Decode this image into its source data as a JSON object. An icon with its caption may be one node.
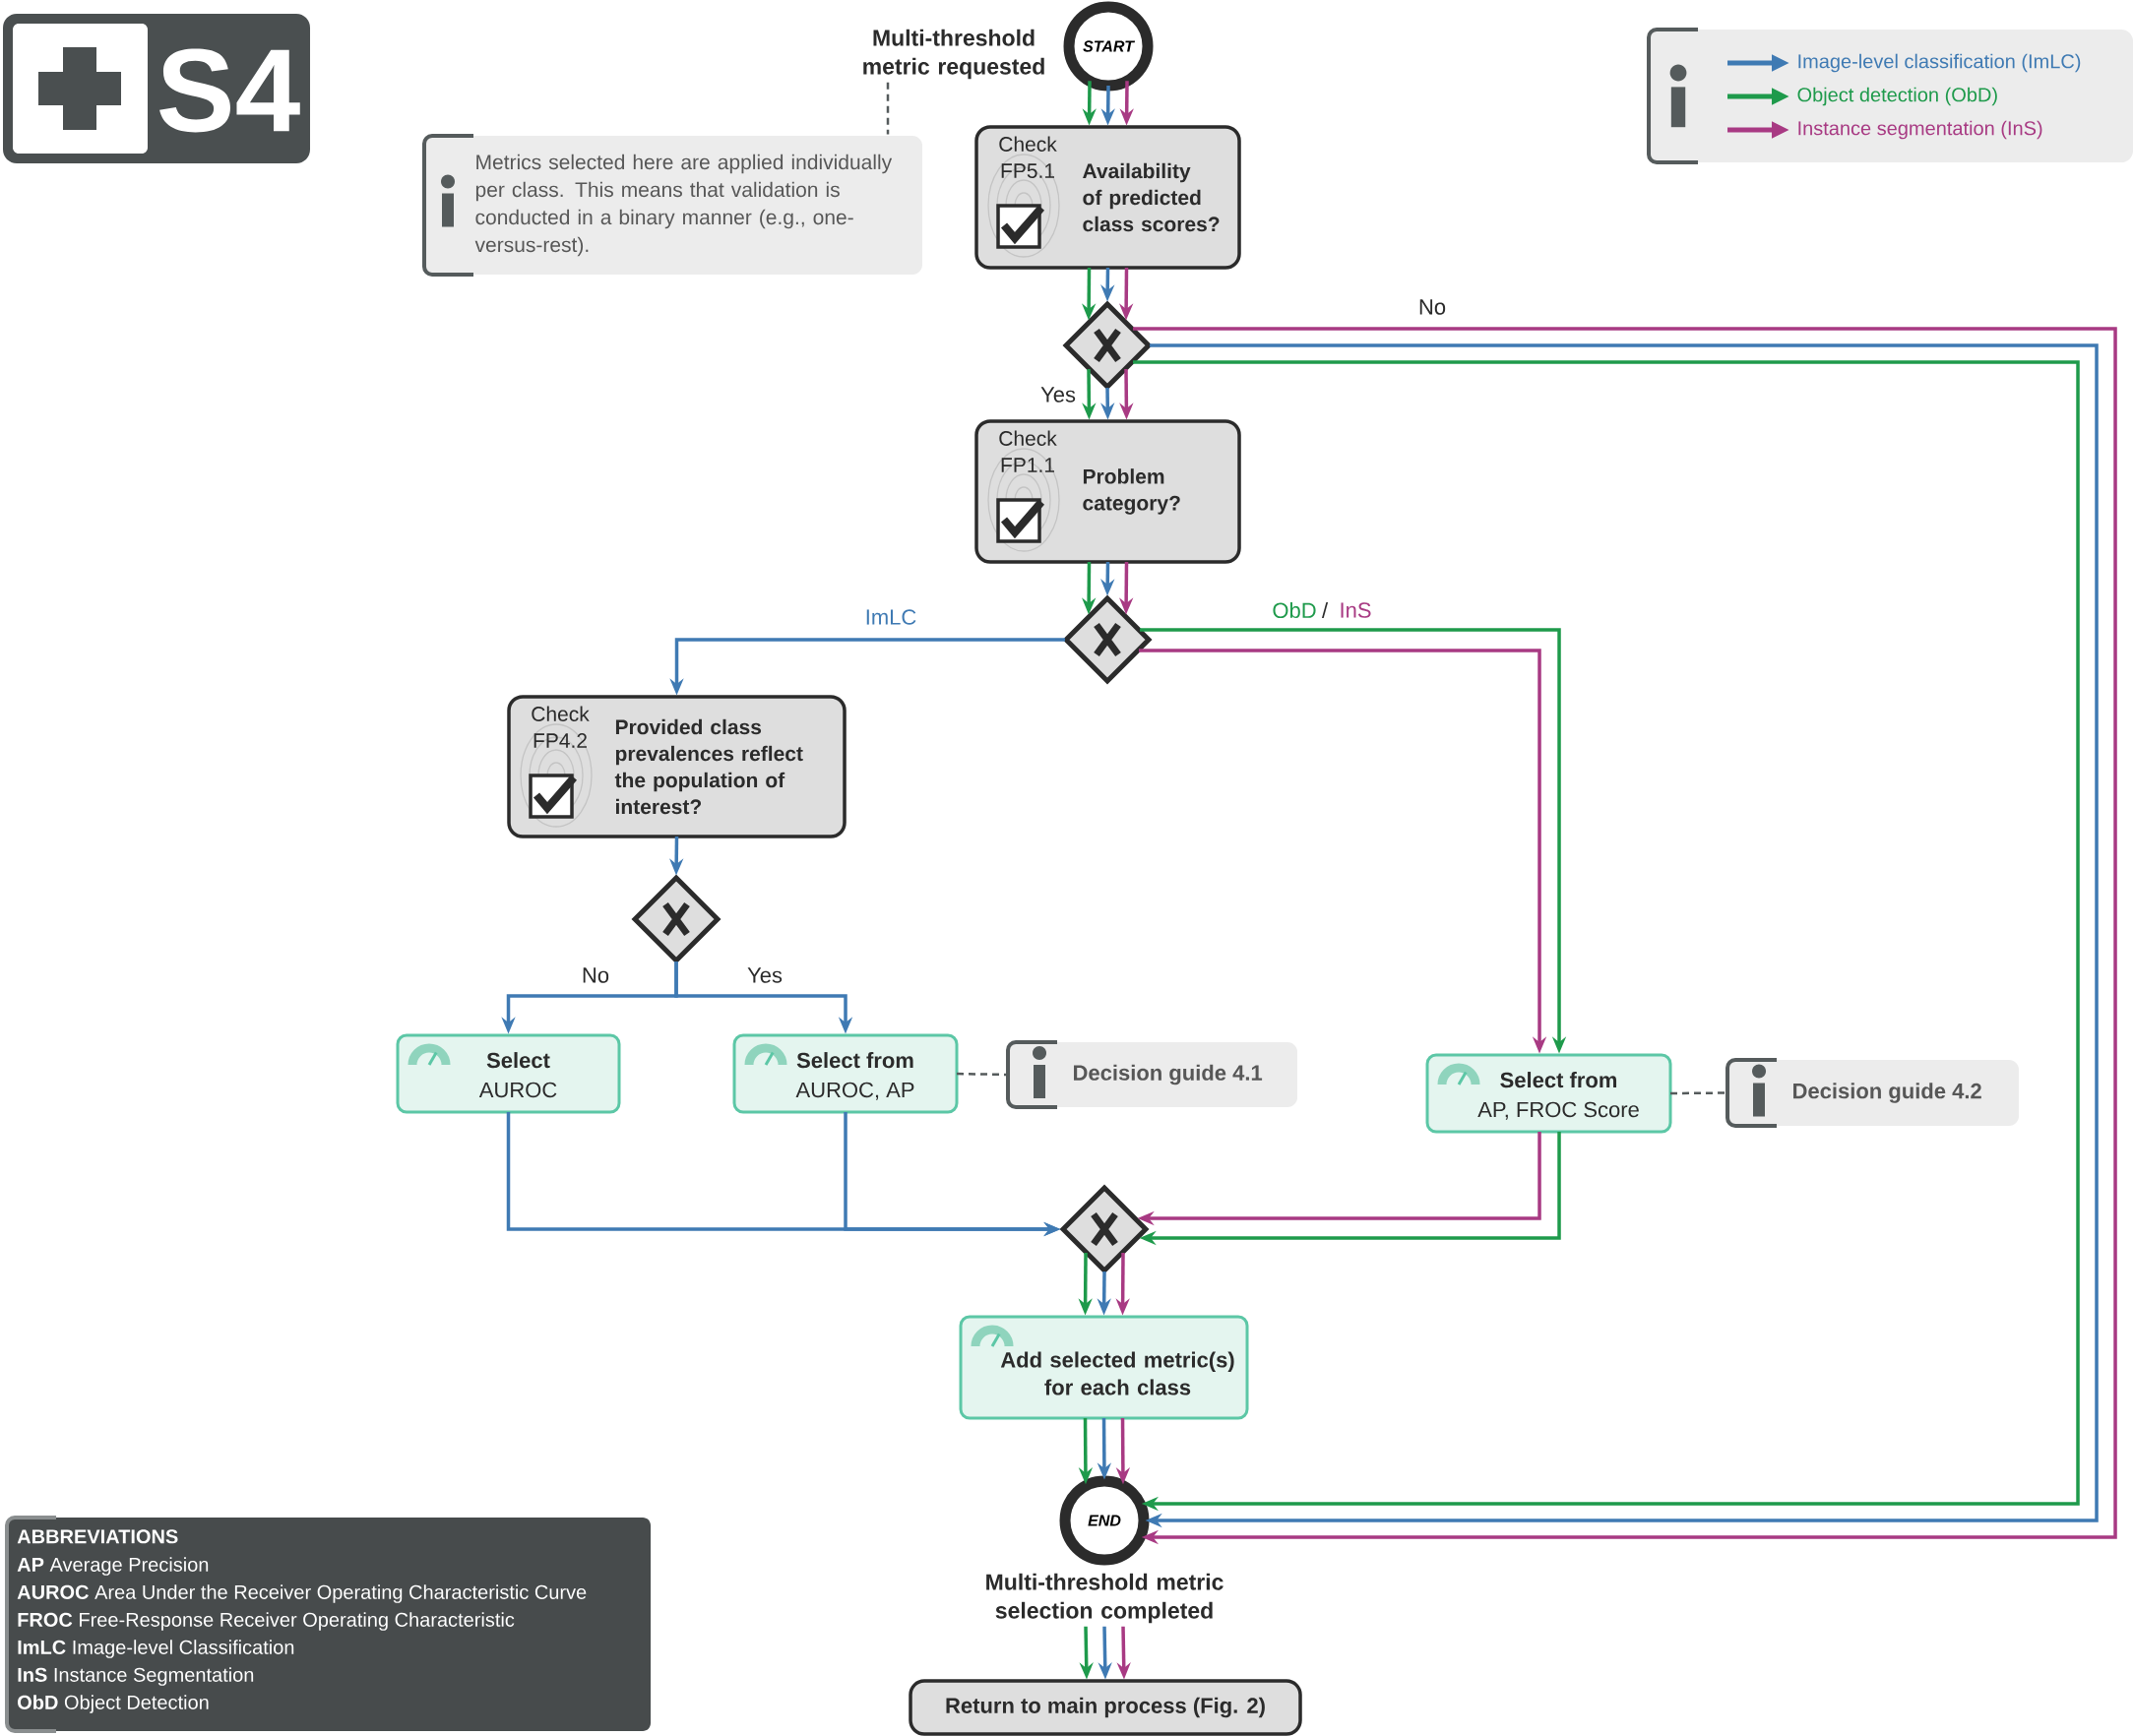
{
  "diagram": {
    "nodes": [
      {
        "text": [
          "S4"
        ]
      },
      {
        "text": [
          "Multi-threshold metric requested"
        ]
      },
      {
        "text": [
          "START"
        ]
      },
      {
        "text": [
          "Metrics selected here are applied individually per class. This means that validation is conducted in a binary manner (e.g., one-versus-rest)."
        ]
      },
      {
        "text": [
          "Check FP5.1",
          "Availability of predicted class scores?"
        ]
      },
      {
        "text": [],
        "shape": "diamond"
      },
      {
        "text": [
          "Check FP1.1",
          "Problem category?"
        ]
      },
      {
        "text": [],
        "shape": "diamond"
      },
      {
        "text": [
          "Check FP4.2",
          "Provided class prevalences reflect the population of interest?"
        ]
      },
      {
        "text": [],
        "shape": "diamond"
      },
      {
        "text": [
          "Select",
          "AUROC"
        ]
      },
      {
        "text": [
          "Select from",
          "AUROC, AP"
        ]
      },
      {
        "text": [
          "Decision guide 4.1"
        ]
      },
      {
        "text": [
          "Select from",
          "AP, FROC Score"
        ]
      },
      {
        "text": [
          "Decision guide 4.2"
        ]
      },
      {
        "text": [],
        "shape": "diamond"
      },
      {
        "text": [
          "Add selected metric(s) for each class"
        ]
      },
      {
        "text": [
          "END"
        ]
      },
      {
        "text": [
          "Multi-threshold metric selection completed"
        ]
      },
      {
        "text": [
          "Return to main process (Fig. 2)"
        ]
      },
      {
        "text": [
          "ABBREVIATIONS",
          "**AP** Average Precision",
          "**AUROC** Area Under the Receiver Operating Characteristic Curve",
          "**FROC** Free-Response Receiver Operating Characteristic",
          "**ImLC** Image-level Classification",
          "**InS** Instance Segmentation",
          "**ObD** Object Detection"
        ]
      }
    ],
    "edges": [
      {
        "from": 2,
        "to": 4,
        "arrow": "to",
        "color": "#1e9a4b"
      },
      {
        "from": 2,
        "to": 4,
        "arrow": "to",
        "color": "#3f7ab3"
      },
      {
        "from": 2,
        "to": 4,
        "arrow": "to",
        "color": "#a83a83"
      },
      {
        "from": 4,
        "to": 5,
        "arrow": "to",
        "color": "#1e9a4b"
      },
      {
        "from": 4,
        "to": 5,
        "arrow": "to",
        "color": "#3f7ab3"
      },
      {
        "from": 4,
        "to": 5,
        "arrow": "to",
        "color": "#a83a83"
      },
      {
        "from": 5,
        "to": 6,
        "arrow": "to",
        "color": "#1e9a4b",
        "label": "Yes"
      },
      {
        "from": 5,
        "to": 6,
        "arrow": "to",
        "color": "#3f7ab3"
      },
      {
        "from": 5,
        "to": 6,
        "arrow": "to",
        "color": "#a83a83"
      },
      {
        "from": 5,
        "to": 17,
        "arrow": "to",
        "color": "#a83a83",
        "label": "No"
      },
      {
        "from": 5,
        "to": 17,
        "arrow": "to",
        "color": "#3f7ab3"
      },
      {
        "from": 5,
        "to": 17,
        "arrow": "to",
        "color": "#1e9a4b"
      },
      {
        "from": 6,
        "to": 7,
        "arrow": "to",
        "color": "#1e9a4b"
      },
      {
        "from": 6,
        "to": 7,
        "arrow": "to",
        "color": "#3f7ab3"
      },
      {
        "from": 6,
        "to": 7,
        "arrow": "to",
        "color": "#a83a83"
      },
      {
        "from": 7,
        "to": 8,
        "arrow": "to",
        "color": "#3f7ab3",
        "label": "ImLC"
      },
      {
        "from": 7,
        "to": 13,
        "arrow": "to",
        "color": "#1e9a4b",
        "label": "ObD"
      },
      {
        "from": 7,
        "to": 13,
        "arrow": "to",
        "color": "#a83a83",
        "label": "InS"
      },
      {
        "from": 8,
        "to": 9,
        "arrow": "to",
        "color": "#3f7ab3"
      },
      {
        "from": 9,
        "to": 10,
        "arrow": "to",
        "color": "#3f7ab3",
        "label": "No"
      },
      {
        "from": 9,
        "to": 11,
        "arrow": "to",
        "color": "#3f7ab3",
        "label": "Yes"
      },
      {
        "from": 10,
        "to": 15,
        "arrow": "to",
        "color": "#3f7ab3"
      },
      {
        "from": 11,
        "to": 15,
        "arrow": "to",
        "color": "#3f7ab3"
      },
      {
        "from": 11,
        "to": 12,
        "arrow": "none",
        "style": "dashed"
      },
      {
        "from": 13,
        "to": 14,
        "arrow": "none",
        "style": "dashed"
      },
      {
        "from": 13,
        "to": 15,
        "arrow": "to",
        "color": "#a83a83"
      },
      {
        "from": 13,
        "to": 15,
        "arrow": "to",
        "color": "#1e9a4b"
      },
      {
        "from": 15,
        "to": 16,
        "arrow": "to",
        "color": "#1e9a4b"
      },
      {
        "from": 15,
        "to": 16,
        "arrow": "to",
        "color": "#3f7ab3"
      },
      {
        "from": 15,
        "to": 16,
        "arrow": "to",
        "color": "#a83a83"
      },
      {
        "from": 16,
        "to": 17,
        "arrow": "to",
        "color": "#1e9a4b"
      },
      {
        "from": 16,
        "to": 17,
        "arrow": "to",
        "color": "#3f7ab3"
      },
      {
        "from": 16,
        "to": 17,
        "arrow": "to",
        "color": "#a83a83"
      },
      {
        "from": 18,
        "to": 19,
        "arrow": "to",
        "color": "#1e9a4b"
      },
      {
        "from": 18,
        "to": 19,
        "arrow": "to",
        "color": "#3f7ab3"
      },
      {
        "from": 18,
        "to": 19,
        "arrow": "to",
        "color": "#a83a83"
      },
      {
        "from": 1,
        "to": 3,
        "arrow": "none",
        "style": "dashed"
      }
    ],
    "labels": [
      "/"
    ],
    "legend": [
      {
        "text": "Image-level classification (ImLC)",
        "color": "#3f7ab3"
      },
      {
        "text": "Object detection (ObD)",
        "color": "#1e9a4b"
      },
      {
        "text": "Instance segmentation (InS)",
        "color": "#a83a83"
      }
    ]
  }
}
